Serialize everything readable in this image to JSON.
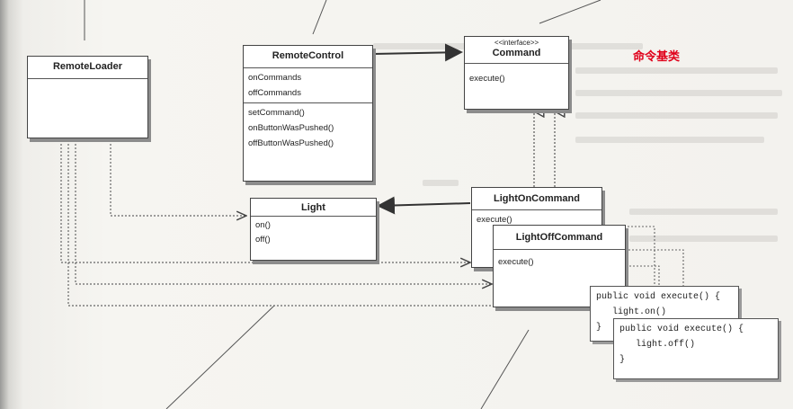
{
  "annotation_label": "命令基类",
  "boxes": {
    "remote_loader": {
      "title": "RemoteLoader"
    },
    "remote_control": {
      "title": "RemoteControl",
      "attributes": [
        "onCommands",
        "offCommands"
      ],
      "methods": [
        "setCommand()",
        "onButtonWasPushed()",
        "offButtonWasPushed()"
      ]
    },
    "command": {
      "stereotype": "<<interface>>",
      "title": "Command",
      "methods": [
        "execute()"
      ]
    },
    "light": {
      "title": "Light",
      "methods": [
        "on()",
        "off()"
      ]
    },
    "light_on_command": {
      "title": "LightOnCommand",
      "methods": [
        "execute()"
      ]
    },
    "light_off_command": {
      "title": "LightOffCommand",
      "methods": [
        "execute()"
      ]
    }
  },
  "code": {
    "on_execute": [
      "public void execute() {",
      "   light.on()",
      "}"
    ],
    "off_execute": [
      "public void execute() {",
      "   light.off()",
      "}"
    ]
  }
}
